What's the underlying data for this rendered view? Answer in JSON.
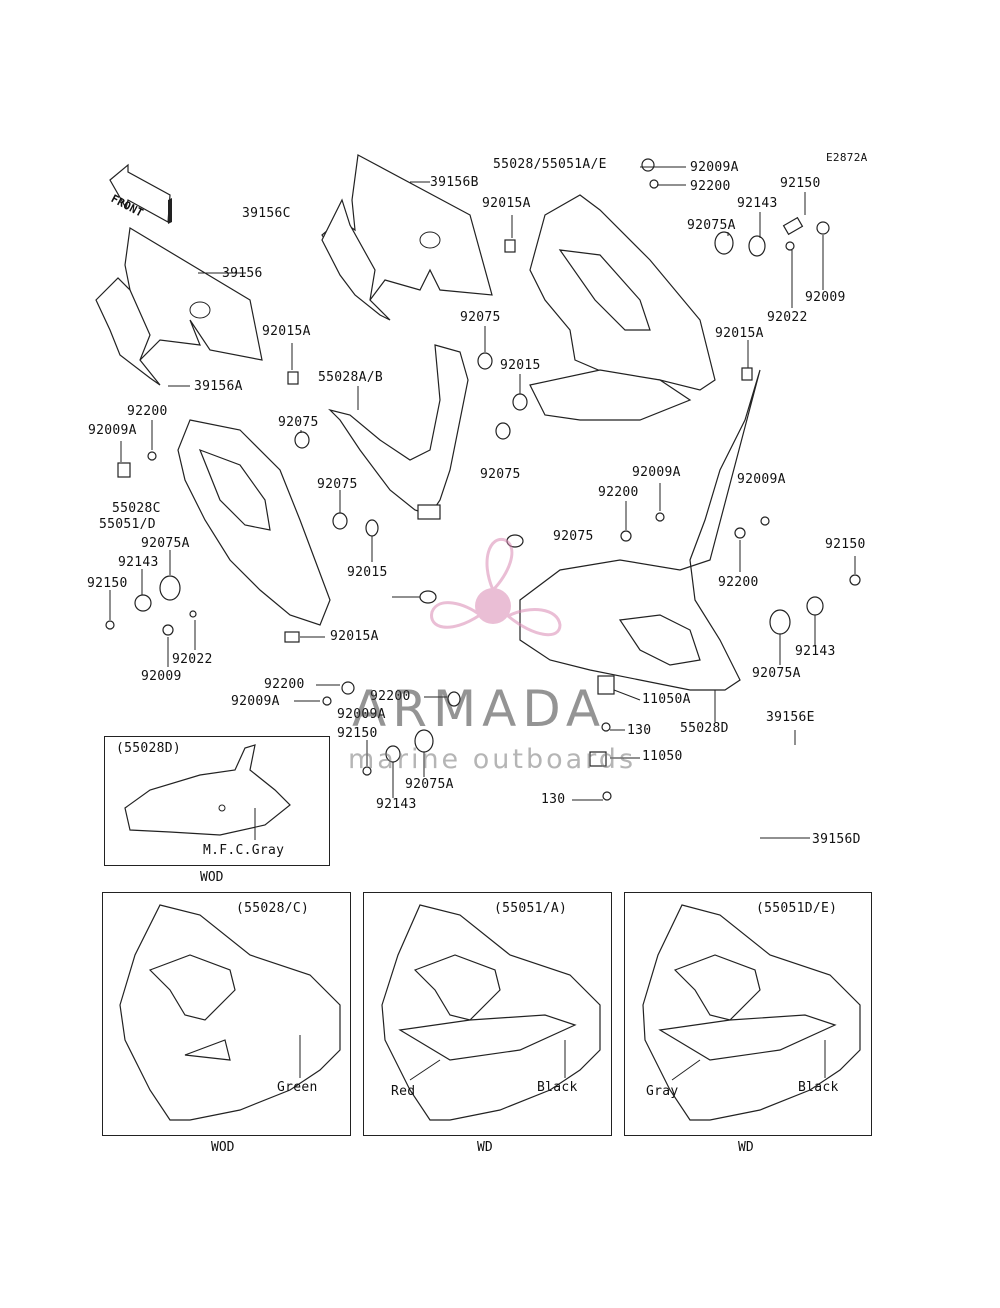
{
  "diagram": {
    "code": "E2872A",
    "front_label": "FRONT",
    "callouts": [
      "55028/55051A/E",
      "92009A",
      "92200",
      "39156B",
      "92150",
      "92015A",
      "92143",
      "39156C",
      "92075A",
      "39156",
      "92009",
      "92022",
      "92075",
      "92015",
      "92015A",
      "55028A/B",
      "39156A",
      "92015A",
      "92200",
      "92075",
      "92009A",
      "92075",
      "55028C",
      "55051/D",
      "92075",
      "92009A",
      "92009A",
      "92200",
      "92075A",
      "92143",
      "92015",
      "92075",
      "92150",
      "92200",
      "92150",
      "92022",
      "92009",
      "92015A",
      "92143",
      "92075A",
      "92200",
      "92009A",
      "92200",
      "11050A",
      "92009A",
      "130",
      "92150",
      "55028D",
      "39156E",
      "11050",
      "92075A",
      "92143",
      "130",
      "39156D"
    ],
    "inset_main": {
      "code": "(55028D)",
      "color": "M.F.C.Gray",
      "caption": "WOD"
    },
    "panels": [
      {
        "code": "(55028/C)",
        "colors": [
          "Green"
        ],
        "caption": "WOD"
      },
      {
        "code": "(55051/A)",
        "colors": [
          "Red",
          "Black"
        ],
        "caption": "WD"
      },
      {
        "code": "(55051D/E)",
        "colors": [
          "Gray",
          "Black"
        ],
        "caption": "WD"
      }
    ]
  },
  "watermark": {
    "title": "ARMADA",
    "subtitle": "marine outboards"
  }
}
